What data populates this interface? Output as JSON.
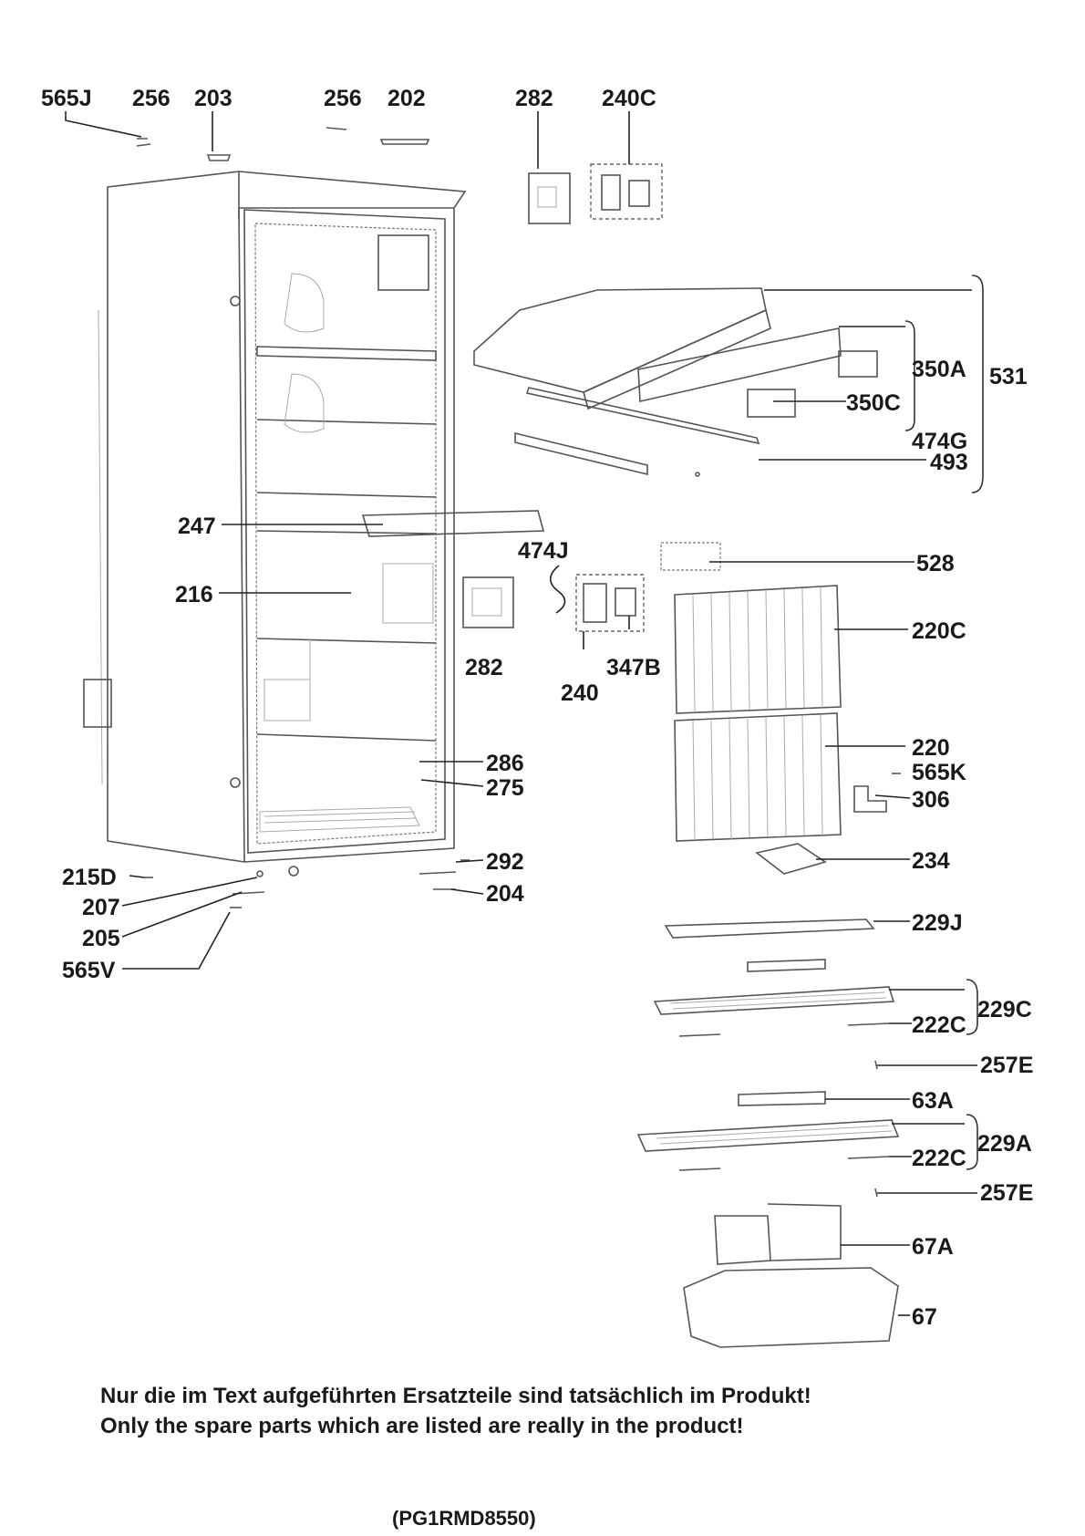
{
  "labels": {
    "l565J_top": "565J",
    "l256_a": "256",
    "l203": "203",
    "l256_b": "256",
    "l202": "202",
    "l282_top": "282",
    "l240C": "240C",
    "l350A": "350A",
    "l531": "531",
    "l350C": "350C",
    "l474G": "474G",
    "l493": "493",
    "l247": "247",
    "l474J": "474J",
    "l528": "528",
    "l216": "216",
    "l220C": "220C",
    "l282_mid": "282",
    "l347B": "347B",
    "l240": "240",
    "l220": "220",
    "l565K": "565K",
    "l286": "286",
    "l275": "275",
    "l306": "306",
    "l292": "292",
    "l234": "234",
    "l215D": "215D",
    "l204": "204",
    "l207": "207",
    "l205": "205",
    "l565V": "565V",
    "l229J": "229J",
    "l229C": "229C",
    "l222C_a": "222C",
    "l257E_a": "257E",
    "l63A": "63A",
    "l229A": "229A",
    "l222C_b": "222C",
    "l257E_b": "257E",
    "l67A": "67A",
    "l67": "67"
  },
  "footer": {
    "note_de": "Nur die im Text aufgeführten Ersatzteile sind tatsächlich im Produkt!",
    "note_en": "Only the spare parts which are listed are really in the product!",
    "model": "(PG1RMD8550)"
  }
}
